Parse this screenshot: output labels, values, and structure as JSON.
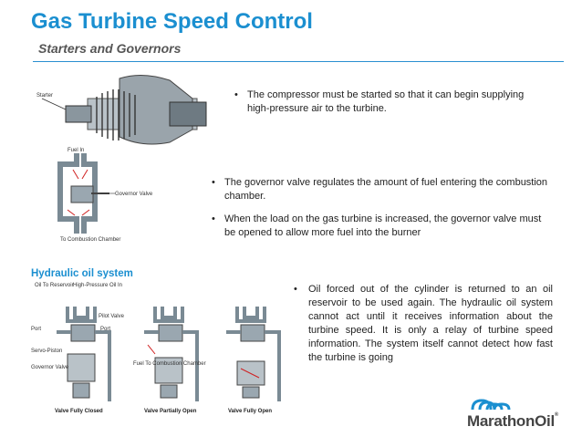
{
  "title": "Gas Turbine Speed Control",
  "subtitle": "Starters and Governors",
  "bullets_top": [
    "The compressor must be started so that it can begin supplying high-pressure air to the turbine."
  ],
  "bullets_mid": [
    "The governor valve regulates the amount of fuel entering the combustion chamber.",
    "When the load on the gas turbine is increased, the governor valve must be opened to allow more fuel into the burner"
  ],
  "hydraulic": {
    "title": "Hydraulic oil system",
    "bullet": "Oil forced out of the cylinder is returned to an oil reservoir to be used again.  The hydraulic oil system cannot act until it receives information about the turbine speed.  It is only a relay of turbine speed information. The system itself cannot detect how fast the turbine is going"
  },
  "bullet_char": "•",
  "diagram_labels": {
    "starter": "Starter",
    "fuel_in": "Fuel In",
    "governor_valve": "Governor Valve",
    "to_combustion": "To Combustion Chamber",
    "oil_to_reservoir": "Oil To Reservoir",
    "high_pressure_oil": "High-Pressure Oil In",
    "pilot_valve": "Pilot Valve",
    "port_left": "Port",
    "port_right": "Port",
    "servo_piston": "Servo-Piston",
    "governor_valve2": "Governor Valve",
    "fuel_to_combustion": "Fuel To Combustion Chamber",
    "fully_closed": "Valve Fully Closed",
    "partially_open": "Valve Partially Open",
    "fully_open": "Valve Fully Open"
  },
  "logo": {
    "brand": "Marathon",
    "suffix": "Oil",
    "reg": "®",
    "color": "#1b8fd0"
  },
  "colors": {
    "accent": "#1b8fd0",
    "pipe": "#7a8a94",
    "arrow": "#d02020"
  }
}
